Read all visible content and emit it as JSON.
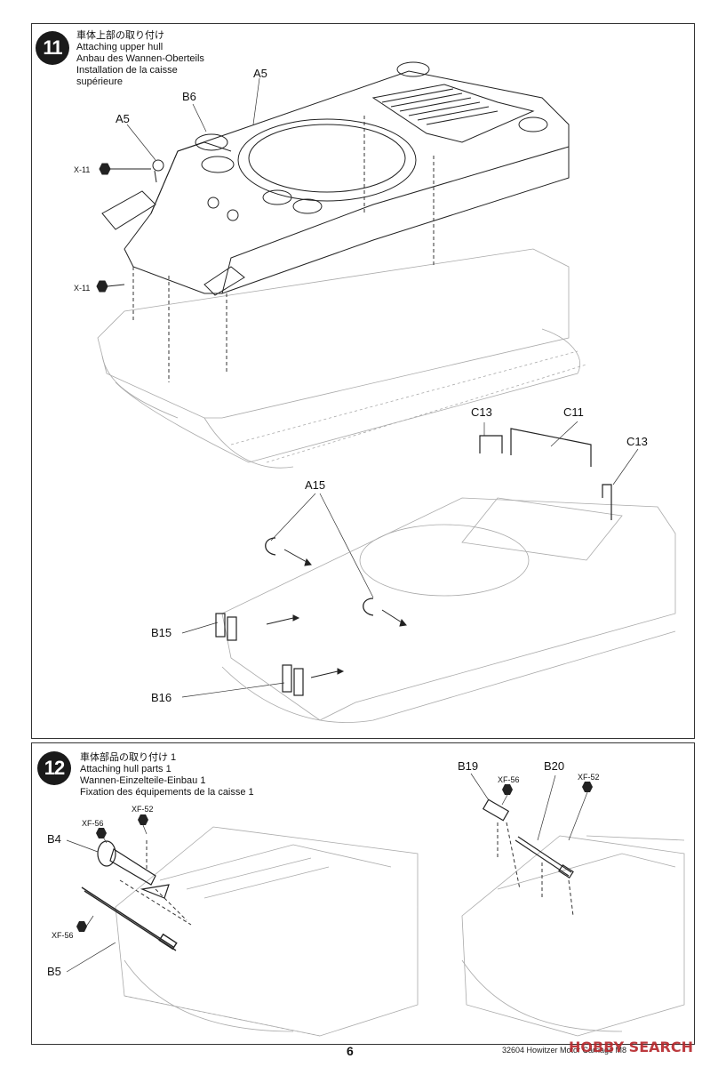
{
  "page": {
    "number": "6",
    "code_line": "32604 Howitzer Motor Carriage M8"
  },
  "watermark": "HOBBY SEARCH",
  "step11": {
    "number": "11",
    "titles": [
      "車体上部の取り付け",
      "Attaching upper hull",
      "Anbau des Wannen-Oberteils",
      "Installation de la caisse",
      "supérieure"
    ],
    "labels": {
      "a5_top": "A5",
      "b6": "B6",
      "a5_left": "A5",
      "x11_a": "X-11",
      "x11_b": "X-11",
      "c13_a": "C13",
      "c11": "C11",
      "c13_b": "C13",
      "a15": "A15",
      "b15": "B15",
      "b16": "B16"
    }
  },
  "step12": {
    "number": "12",
    "titles": [
      "車体部品の取り付け 1",
      "Attaching hull parts 1",
      "Wannen-Einzelteile-Einbau 1",
      "Fixation des équipements de la caisse 1"
    ],
    "labels": {
      "b4": "B4",
      "b5": "B5",
      "b19": "B19",
      "b20": "B20",
      "xf56_a": "XF-56",
      "xf52_a": "XF-52",
      "xf56_b": "XF-56",
      "xf56_c": "XF-56",
      "xf52_b": "XF-52"
    }
  }
}
